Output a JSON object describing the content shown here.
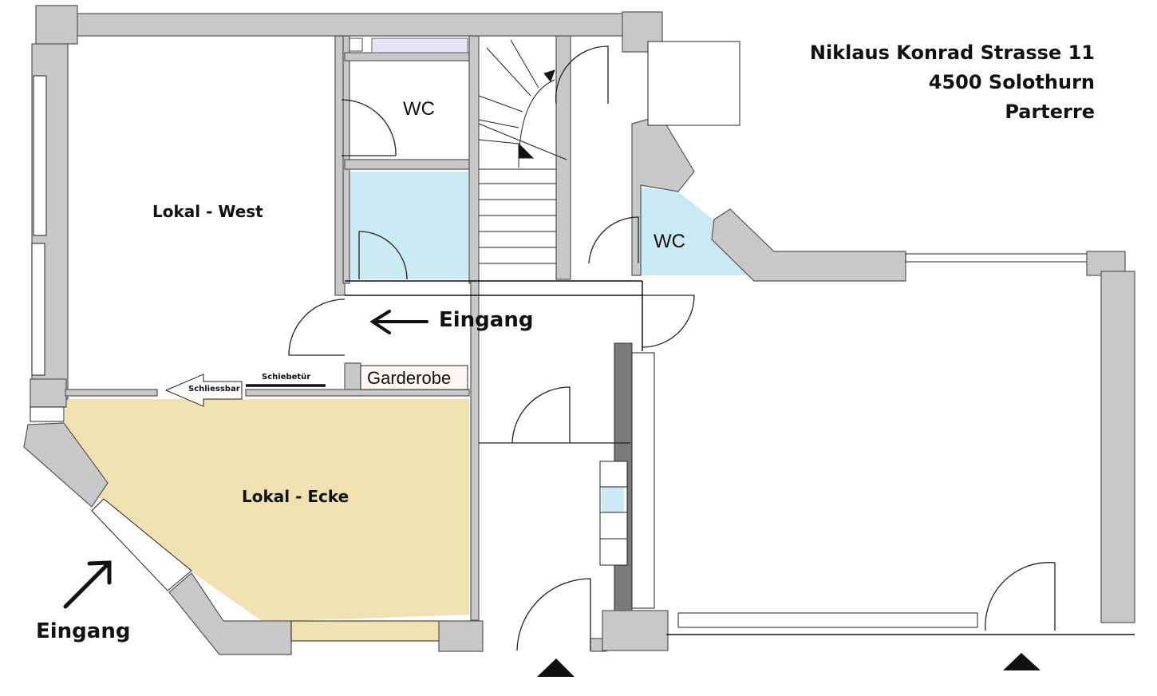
{
  "address": {
    "street": "Niklaus Konrad Strasse 11",
    "city": "4500 Solothurn",
    "floor": "Parterre"
  },
  "rooms": {
    "lokal_west": "Lokal - West",
    "lokal_ecke": "Lokal - Ecke",
    "wc_1": "WC",
    "wc_2": "WC",
    "garderobe": "Garderobe"
  },
  "annotations": {
    "eingang_main": "Eingang",
    "eingang_corner": "Eingang",
    "schliessbar": "Schliessbar",
    "schiebetuer": "Schiebetür"
  },
  "colors": {
    "wall": "#c8c8c8",
    "lokal_ecke_fill": "#efe2b0",
    "wet_room_fill": "#c9eaf2"
  }
}
